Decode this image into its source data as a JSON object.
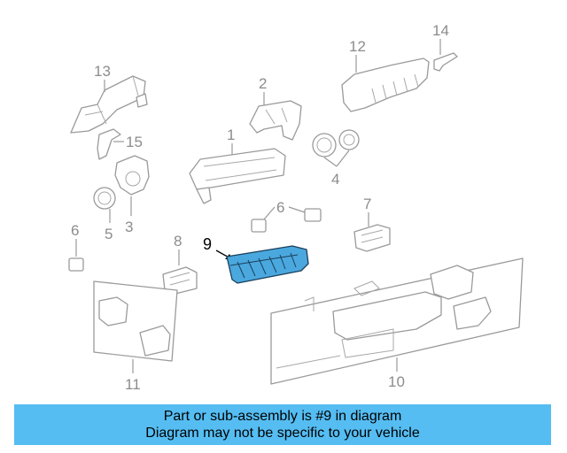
{
  "callouts": {
    "c1": "1",
    "c2": "2",
    "c3": "3",
    "c4": "4",
    "c5": "5",
    "c6a": "6",
    "c6b": "6",
    "c7": "7",
    "c8": "8",
    "c9": "9",
    "c10": "10",
    "c11": "11",
    "c12": "12",
    "c13": "13",
    "c14": "14",
    "c15": "15"
  },
  "caption": {
    "line1": "Part or sub-assembly is #9 in diagram",
    "line2": "Diagram may not be specific to your vehicle"
  },
  "colors": {
    "highlight": "#4aa8df",
    "caption_bg": "#55bdf2",
    "line_art": "#9a9a9a"
  }
}
